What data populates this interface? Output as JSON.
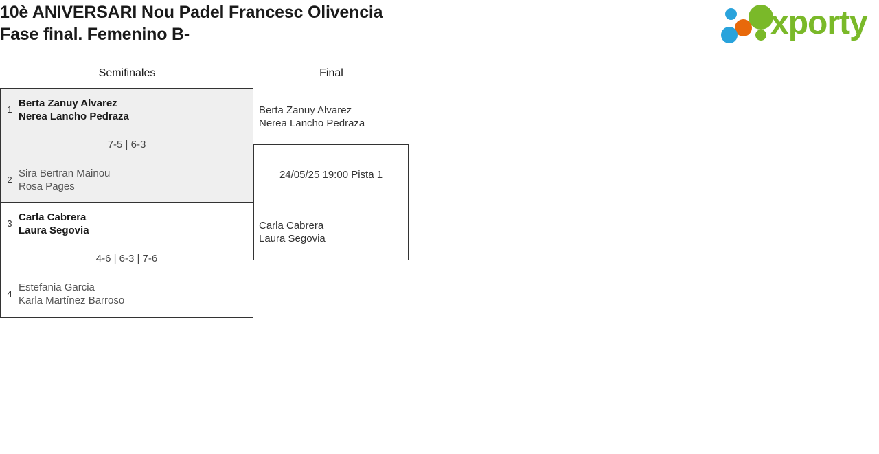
{
  "header": {
    "title_line1": "10è ANIVERSARI Nou Padel Francesc Olivencia",
    "title_line2": "Fase final. Femenino B-",
    "logo_text": "xporty",
    "logo_colors": {
      "green": "#7ab929",
      "blue": "#29a3dc",
      "orange": "#e8690b"
    }
  },
  "bracket": {
    "rounds": [
      {
        "name": "semifinals",
        "label": "Semifinales"
      },
      {
        "name": "final",
        "label": "Final"
      }
    ],
    "semifinals": [
      {
        "highlighted": true,
        "score": "7-5 | 6-3",
        "teams": [
          {
            "seed": "1",
            "player1": "Berta Zanuy Alvarez",
            "player2": "Nerea Lancho Pedraza",
            "winner": true
          },
          {
            "seed": "2",
            "player1": "Sira Bertran Mainou",
            "player2": "Rosa Pages",
            "winner": false
          }
        ]
      },
      {
        "highlighted": false,
        "score": "4-6 | 6-3 | 7-6",
        "teams": [
          {
            "seed": "3",
            "player1": "Carla Cabrera",
            "player2": "Laura Segovia",
            "winner": true
          },
          {
            "seed": "4",
            "player1": "Estefania Garcia",
            "player2": "Karla Martínez Barroso",
            "winner": false
          }
        ]
      }
    ],
    "final": {
      "schedule": "24/05/25 19:00 Pista 1",
      "teams": [
        {
          "player1": "Berta Zanuy Alvarez",
          "player2": "Nerea Lancho Pedraza"
        },
        {
          "player1": "Carla Cabrera",
          "player2": "Laura Segovia"
        }
      ]
    }
  }
}
